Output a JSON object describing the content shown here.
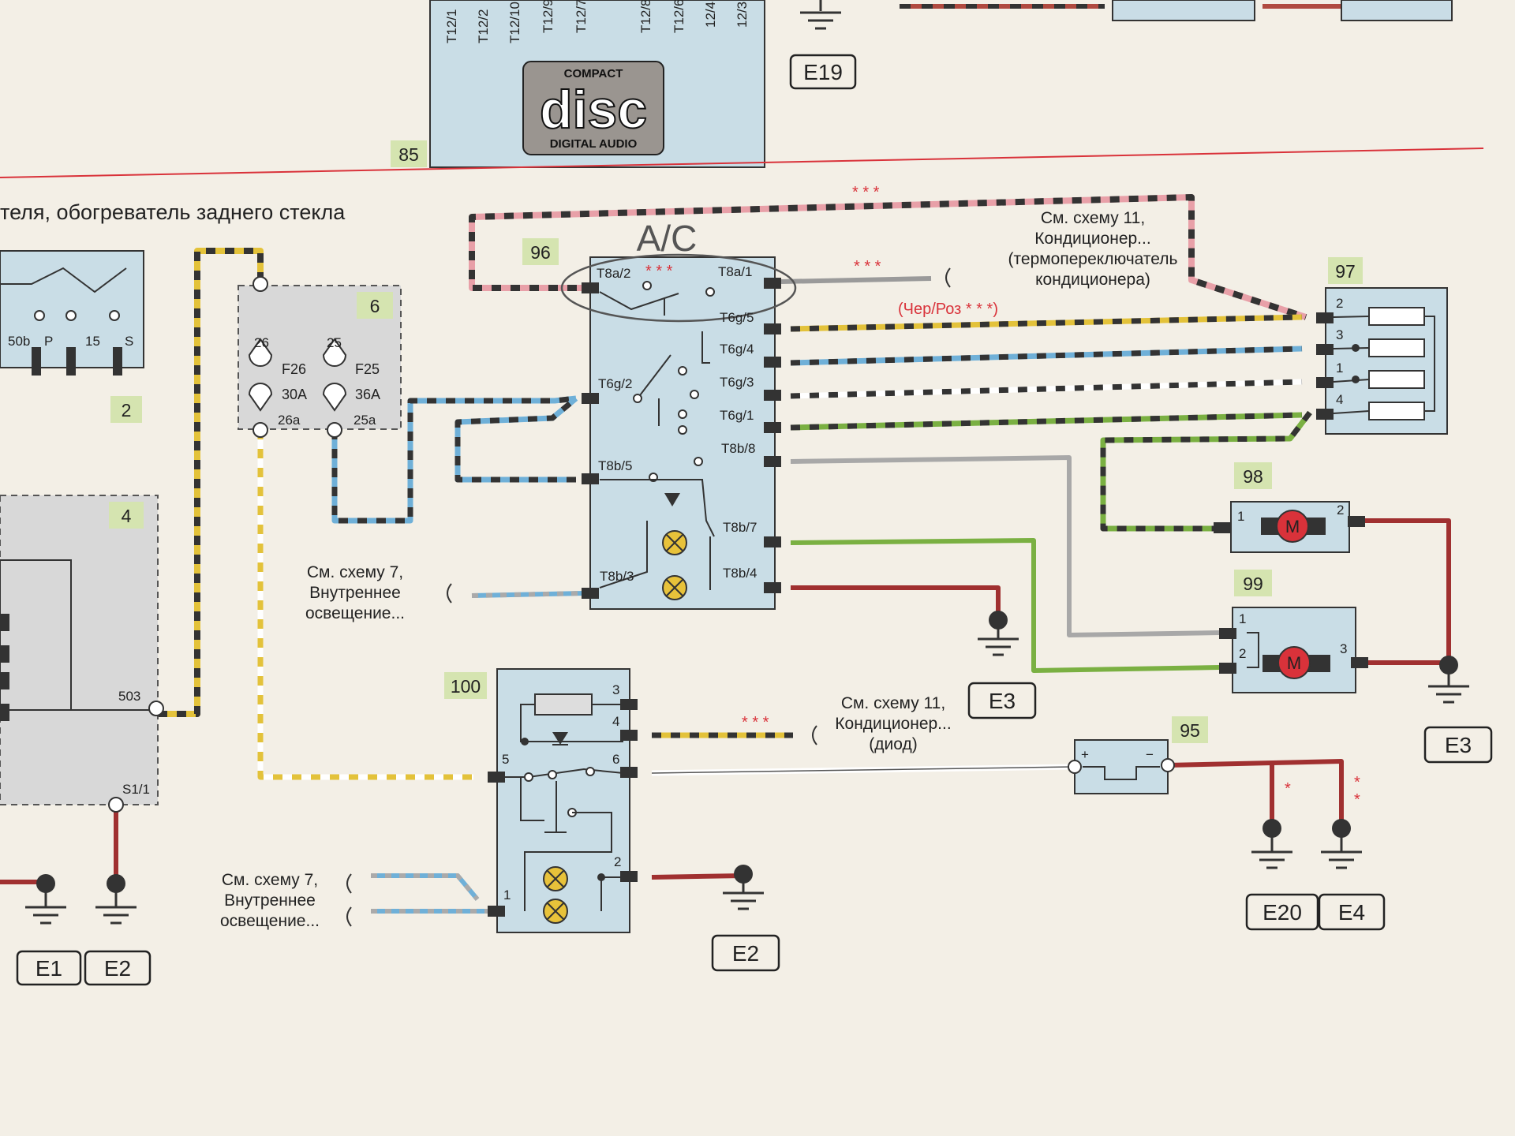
{
  "top": {
    "cd_pins": [
      "T12/1",
      "T12/2",
      "T12/10",
      "T12/9",
      "T12/7",
      "T12/8",
      "T12/6",
      "12/4",
      "12/3"
    ],
    "logo": {
      "line1": "COMPACT",
      "line2": "disc",
      "line3": "DIGITAL AUDIO"
    },
    "label_85": "85",
    "ground_e19": "E19"
  },
  "section_title": "теля, обогреватель заднего стекла",
  "ignition": {
    "label": "2",
    "terminals": [
      "50b",
      "P",
      "15",
      "S"
    ]
  },
  "fuses": {
    "label": "6",
    "f26": {
      "top": "26",
      "name": "F26",
      "rating": "30A",
      "bottom": "26a"
    },
    "f25": {
      "top": "25",
      "name": "F25",
      "rating": "36A",
      "bottom": "25a"
    }
  },
  "block4": {
    "label": "4",
    "pin_503": "503",
    "pin_s11": "S1/1"
  },
  "switch96": {
    "label": "96",
    "handwritten": "A/C",
    "pins": {
      "t8a2": "T8a/2",
      "t8a1": "T8a/1",
      "t6g5": "T6g/5",
      "t6g4": "T6g/4",
      "t6g2": "T6g/2",
      "t6g3": "T6g/3",
      "t6g1": "T6g/1",
      "t8b8": "T8b/8",
      "t8b5": "T8b/5",
      "t8b7": "T8b/7",
      "t8b3": "T8b/3",
      "t8b4": "T8b/4"
    }
  },
  "note_ac_thermo": {
    "line1": "См. схему 11,",
    "line2": "Кондиционер...",
    "line3": "(термопереключатель",
    "line4": "кондиционера)",
    "color_note": "(Чер/Роз * * *)"
  },
  "stars": {
    "three": "* * *",
    "one": "*",
    "two": "*\n*"
  },
  "resistor97": {
    "label": "97",
    "pins": [
      "2",
      "3",
      "1",
      "4"
    ]
  },
  "fan98": {
    "label": "98",
    "pin_left": "1",
    "pin_right": "2",
    "motor": "M"
  },
  "fan99": {
    "label": "99",
    "pin_1": "1",
    "pin_2": "2",
    "pin_3": "3",
    "motor": "M"
  },
  "note_interior_1": {
    "line1": "См. схему 7,",
    "line2": "Внутреннее",
    "line3": "освещение..."
  },
  "switch100": {
    "label": "100",
    "pins": [
      "3",
      "4",
      "5",
      "6",
      "2",
      "1"
    ]
  },
  "note_ac_diode": {
    "line1": "См. схему 11,",
    "line2": "Кондиционер...",
    "line3": "(диод)"
  },
  "diode95": {
    "label": "95",
    "plus": "+",
    "minus": "−"
  },
  "note_interior_2": {
    "line1": "См. схему 7,",
    "line2": "Внутреннее",
    "line3": "освещение..."
  },
  "grounds": {
    "e1": "E1",
    "e2_left": "E2",
    "e2_mid": "E2",
    "e3_mid": "E3",
    "e3_right": "E3",
    "e20": "E20",
    "e4": "E4"
  }
}
